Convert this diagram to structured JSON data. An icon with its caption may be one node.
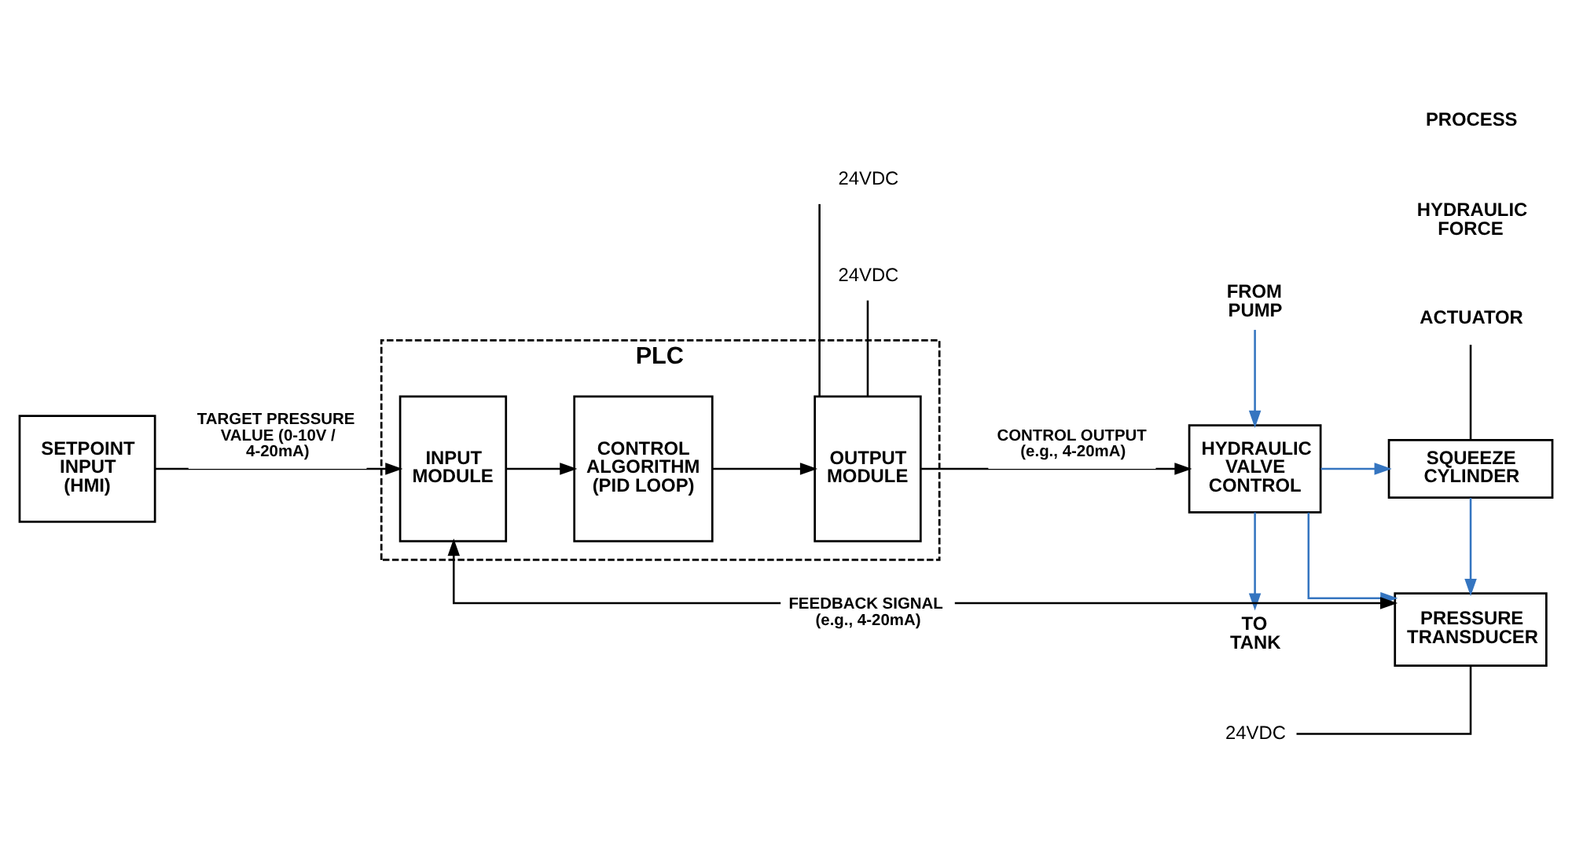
{
  "diagram": {
    "nodes": [
      {
        "text": [
          "SETPOINT INPUT (HMI)"
        ]
      },
      {
        "text": [
          "PLC"
        ]
      },
      {
        "text": [
          "INPUT MODULE"
        ],
        "in": 1
      },
      {
        "text": [
          "CONTROL ALGORITHM (PID LOOP)"
        ],
        "in": 1
      },
      {
        "text": [
          "OUTPUT MODULE"
        ],
        "in": 1
      },
      {
        "text": [
          "24VDC"
        ]
      },
      {
        "text": [
          "HYDRAULIC VALVE CONTROL"
        ]
      },
      {
        "text": [
          "SQUEEZE CYLINDER"
        ]
      },
      {
        "text": [
          "ACTUATOR"
        ]
      },
      {
        "text": [
          "FROM PUMP"
        ]
      },
      {
        "text": [
          "TO TANK"
        ]
      },
      {
        "text": [
          "24VDC"
        ]
      },
      {
        "text": [
          "PRESSURE TRANSDUCER"
        ]
      },
      {
        "text": [
          "24VDC"
        ]
      }
    ],
    "edges": [
      {
        "from": 0,
        "to": 2,
        "arrow": "to",
        "label": "TARGET PRESSURE VALUE (0-10V / 4-20mA)"
      },
      {
        "from": 2,
        "to": 3,
        "arrow": "to"
      },
      {
        "from": 3,
        "to": 4,
        "arrow": "to"
      },
      {
        "from": 5,
        "to": 4,
        "arrow": "none"
      },
      {
        "from": 4,
        "to": 11,
        "arrow": "none"
      },
      {
        "from": 4,
        "to": 6,
        "arrow": "to",
        "label": "CONTROL OUTPUT (e.g., 4-20mA)"
      },
      {
        "from": 6,
        "to": 7,
        "arrow": "to",
        "color": "#3575c0"
      },
      {
        "from": 9,
        "to": 6,
        "arrow": "to",
        "color": "#3575c0"
      },
      {
        "from": 6,
        "to": 10,
        "arrow": "to",
        "color": "#3575c0"
      },
      {
        "from": 6,
        "to": 12,
        "arrow": "to",
        "color": "#3575c0"
      },
      {
        "from": 7,
        "to": 12,
        "arrow": "to",
        "color": "#3575c0"
      },
      {
        "from": 8,
        "to": 7,
        "arrow": "none"
      },
      {
        "from": 12,
        "to": 2,
        "arrow": "both",
        "label": "FEEDBACK SIGNAL (e.g., 4-20mA)"
      },
      {
        "from": 13,
        "to": 12,
        "arrow": "none"
      }
    ],
    "labels": [
      "HYDRAULIC FORCE",
      "PROCESS"
    ]
  }
}
